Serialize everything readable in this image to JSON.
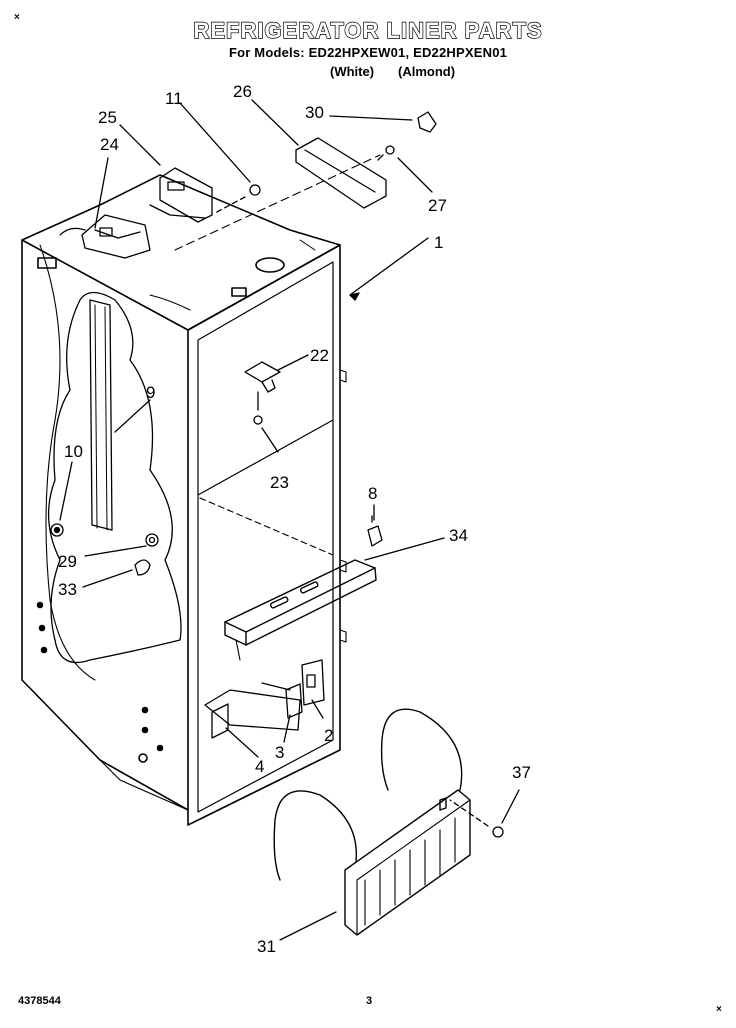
{
  "header": {
    "title": "REFRIGERATOR LINER PARTS",
    "models": "For Models: ED22HPXEW01, ED22HPXEN01",
    "color_white": "(White)",
    "color_almond": "(Almond)",
    "corner_mark": "×"
  },
  "footer": {
    "doc_number": "4378544",
    "page_number": "3"
  },
  "callouts": [
    "1",
    "2",
    "3",
    "4",
    "8",
    "9",
    "10",
    "11",
    "22",
    "23",
    "24",
    "25",
    "26",
    "27",
    "29",
    "30",
    "31",
    "33",
    "34",
    "37"
  ]
}
